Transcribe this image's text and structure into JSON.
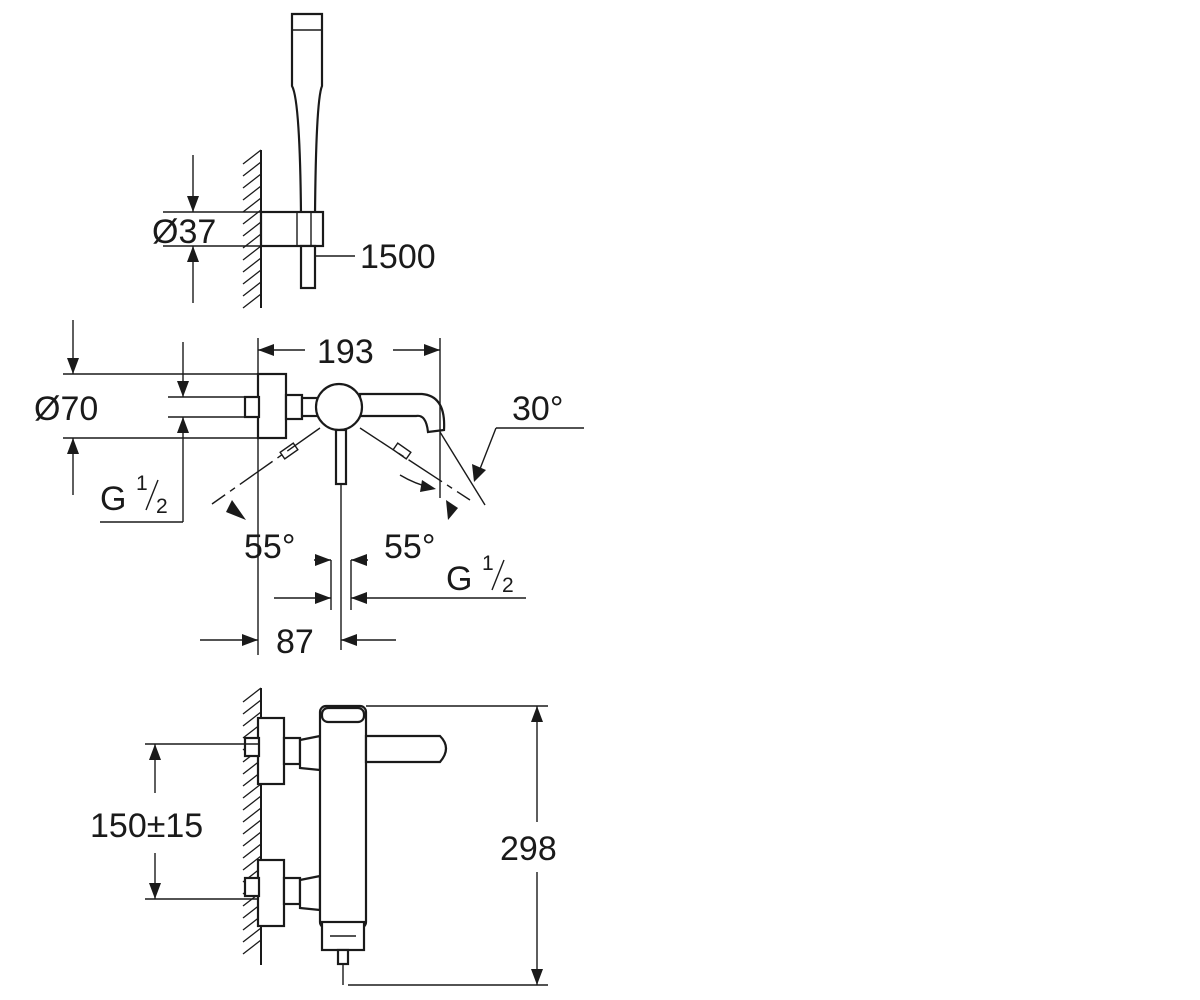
{
  "dimensions": {
    "holder_diameter": "Ø37",
    "hose_length": "1500",
    "rosette_diameter": "Ø70",
    "projection": "193",
    "spout_angle": "30°",
    "lever_angle_left": "55°",
    "lever_angle_right": "55°",
    "thread_left": "G",
    "thread_right": "G",
    "wall_to_outlet": "87",
    "centres": "150±15",
    "height": "298"
  },
  "thread_fraction": {
    "numerator": "1",
    "denominator": "2"
  },
  "icons": [
    "wall-hatch-icon",
    "hand-shower-icon",
    "mixer-top-view-icon",
    "mixer-front-view-icon"
  ]
}
